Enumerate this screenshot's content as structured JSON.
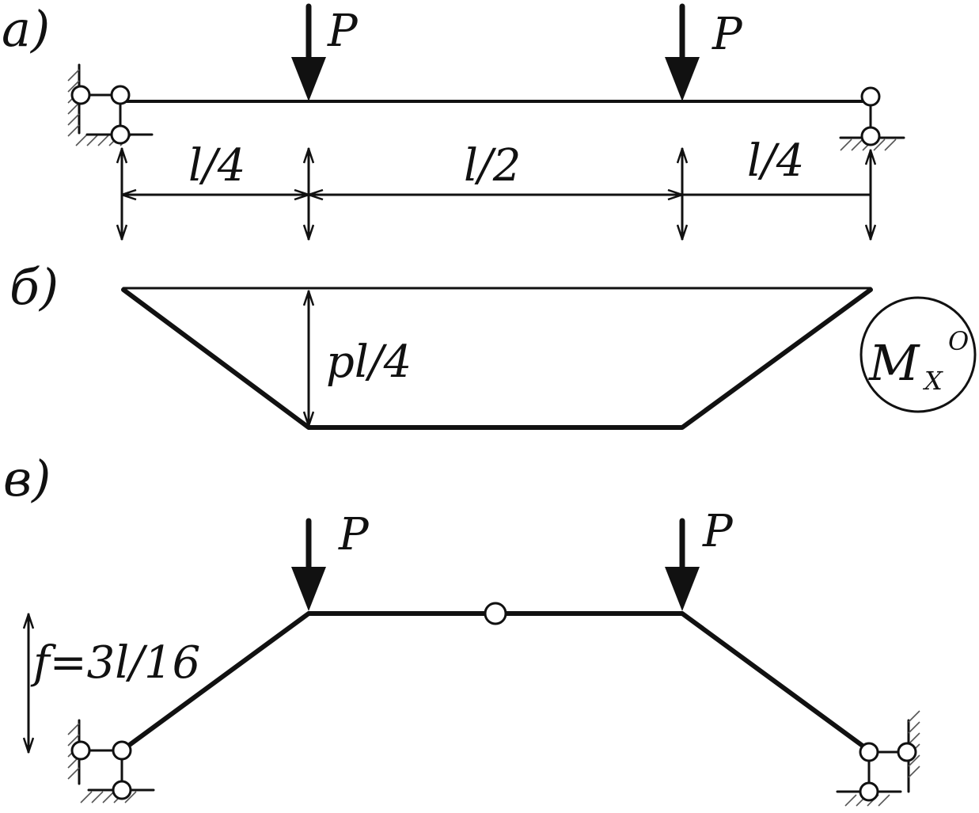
{
  "panels": {
    "a": {
      "label": "а)"
    },
    "b": {
      "label": "б)"
    },
    "c": {
      "label": "в)"
    }
  },
  "loads": {
    "a_left": "P",
    "a_right": "P",
    "c_left": "P",
    "c_right": "P"
  },
  "dimensions": {
    "seg1": "l/4",
    "seg2": "l/2",
    "seg3": "l/4"
  },
  "moment": {
    "ordinate": "pl/4",
    "symbol": "M",
    "subscript": "X",
    "superscript": "O"
  },
  "arch": {
    "rise": "f=3l/16"
  }
}
